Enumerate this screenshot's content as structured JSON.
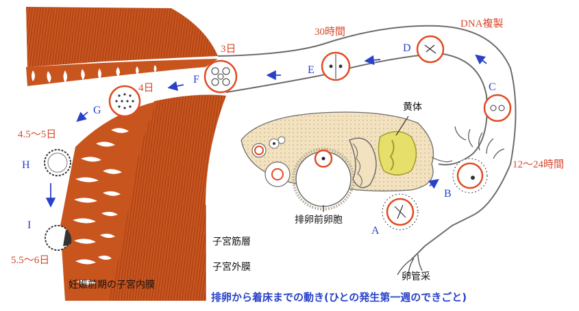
{
  "colors": {
    "muscle": "#c8541e",
    "muscle_dark": "#8a2e0c",
    "tube_outline": "#6b6b6b",
    "ovary_fill": "#f3e2bf",
    "corpus_luteum": "#e6df6a",
    "cell_ring": "#e04a22",
    "stage_letter": "#2741c8",
    "time_label": "#d8452b",
    "arrow": "#2741c8"
  },
  "diagram": {
    "stages": [
      {
        "letter": "A",
        "icon": "oocyte-with-corona"
      },
      {
        "letter": "B",
        "icon": "blue-arrow-icon"
      },
      {
        "letter": "C",
        "icon": "two-pronuclei-zygote"
      },
      {
        "letter": "D",
        "icon": "dna-replication-zygote"
      },
      {
        "letter": "E",
        "icon": "two-cell-embryo"
      },
      {
        "letter": "F",
        "icon": "eight-cell-embryo"
      },
      {
        "letter": "G",
        "icon": "morula"
      },
      {
        "letter": "H",
        "icon": "blastocyst"
      },
      {
        "letter": "I",
        "icon": "implanting-blastocyst"
      }
    ],
    "time_labels": {
      "dna_replication": "DNA複製",
      "thirty_hours": "30時間",
      "day3": "3日",
      "day4": "4日",
      "day45_5": "4.5〜5日",
      "day55_6": "5.5〜6日",
      "hours12_24": "12〜24時間"
    },
    "structure_labels": {
      "corpus_luteum": "黄体",
      "preovulatory_follicle": "排卵前卵胞",
      "fimbria": "卵管采",
      "myometrium": "子宮筋層",
      "perimetrium": "子宮外膜",
      "endometrium": "妊娠前期の子宮内膜"
    },
    "caption": "排卵から着床までの動き(ひとの発生第一週のできごと)"
  }
}
